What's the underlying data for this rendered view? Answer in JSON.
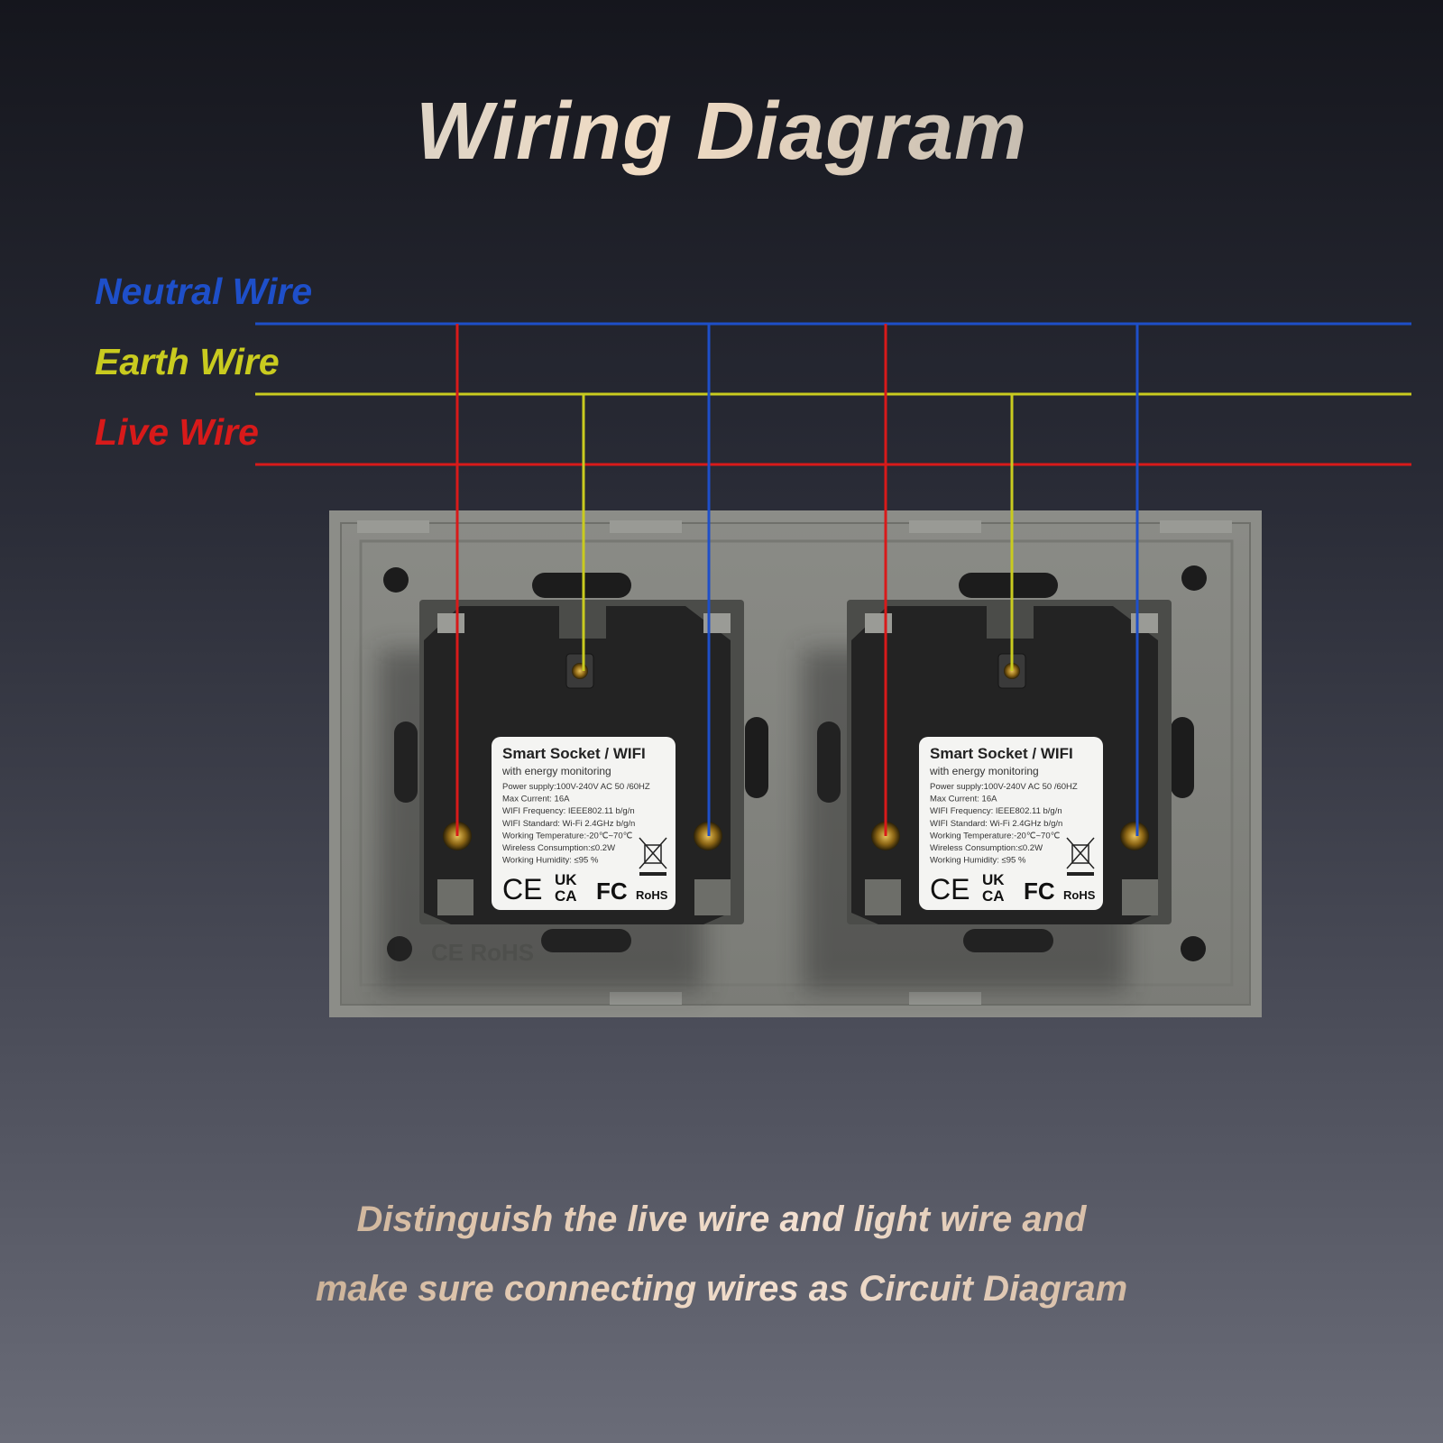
{
  "title": "Wiring Diagram",
  "legend": {
    "neutral": {
      "label": "Neutral Wire",
      "color": "#1e4fc9"
    },
    "earth": {
      "label": "Earth Wire",
      "color": "#c9cb1f"
    },
    "live": {
      "label": "Live Wire",
      "color": "#d81a1a"
    }
  },
  "socket_label": {
    "title": "Smart Socket / WIFI",
    "subtitle": "with energy  monitoring",
    "specs": [
      "Power supply:100V-240V AC  50 /60HZ",
      "Max Current: 16A",
      "WIFI Frequency: IEEE802.11 b/g/n",
      "WIFI Standard: Wi-Fi 2.4GHz b/g/n",
      "Working Temperature:-20℃~70℃",
      "Wireless Consumption:≤0.2W",
      "Working Humidity: ≤95 %"
    ],
    "marks": [
      "CE",
      "UK CA",
      "FC",
      "RoHS"
    ]
  },
  "plate_marking": "CE RoHS",
  "caption": {
    "line1": "Distinguish the live wire and light wire and",
    "line2": "make sure connecting wires as Circuit Diagram"
  }
}
